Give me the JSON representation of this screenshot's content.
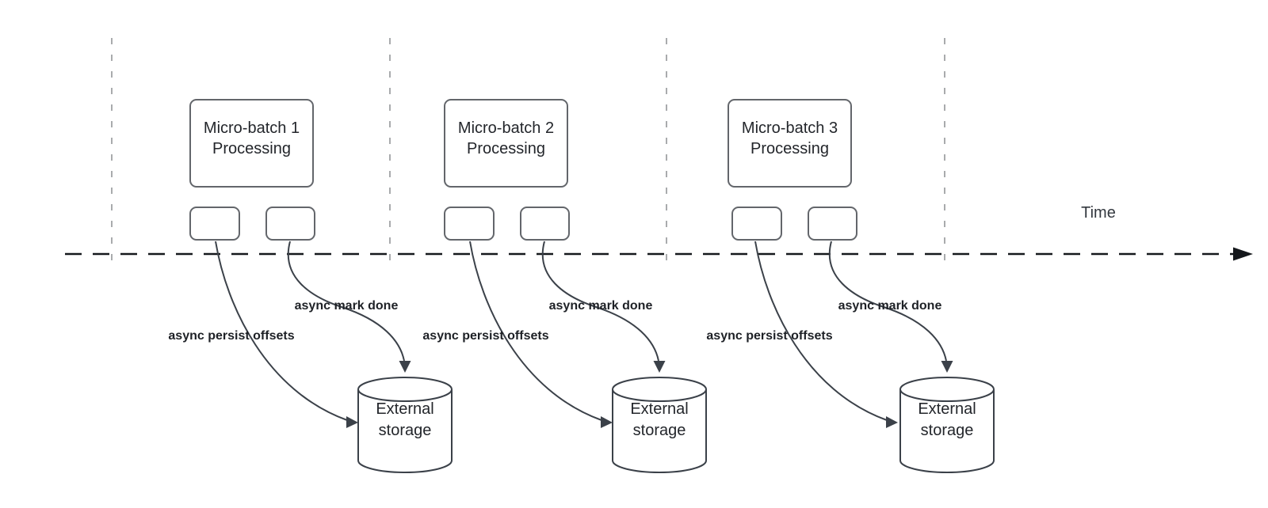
{
  "timeline": {
    "label": "Time"
  },
  "groups": [
    {
      "box": {
        "line1": "Micro-batch 1",
        "line2": "Processing"
      },
      "persist_label": "async persist offsets",
      "done_label": "async mark done",
      "storage": {
        "line1": "External",
        "line2": "storage"
      }
    },
    {
      "box": {
        "line1": "Micro-batch 2",
        "line2": "Processing"
      },
      "persist_label": "async persist offsets",
      "done_label": "async mark done",
      "storage": {
        "line1": "External",
        "line2": "storage"
      }
    },
    {
      "box": {
        "line1": "Micro-batch 3",
        "line2": "Processing"
      },
      "persist_label": "async persist offsets",
      "done_label": "async mark done",
      "storage": {
        "line1": "External",
        "line2": "storage"
      }
    }
  ],
  "colors": {
    "connector": "#3b4149",
    "shape_border": "#63666b",
    "guide_line": "#a9abad",
    "time_axis": "#15181c",
    "text": "#23262b",
    "background": "#ffffff"
  }
}
